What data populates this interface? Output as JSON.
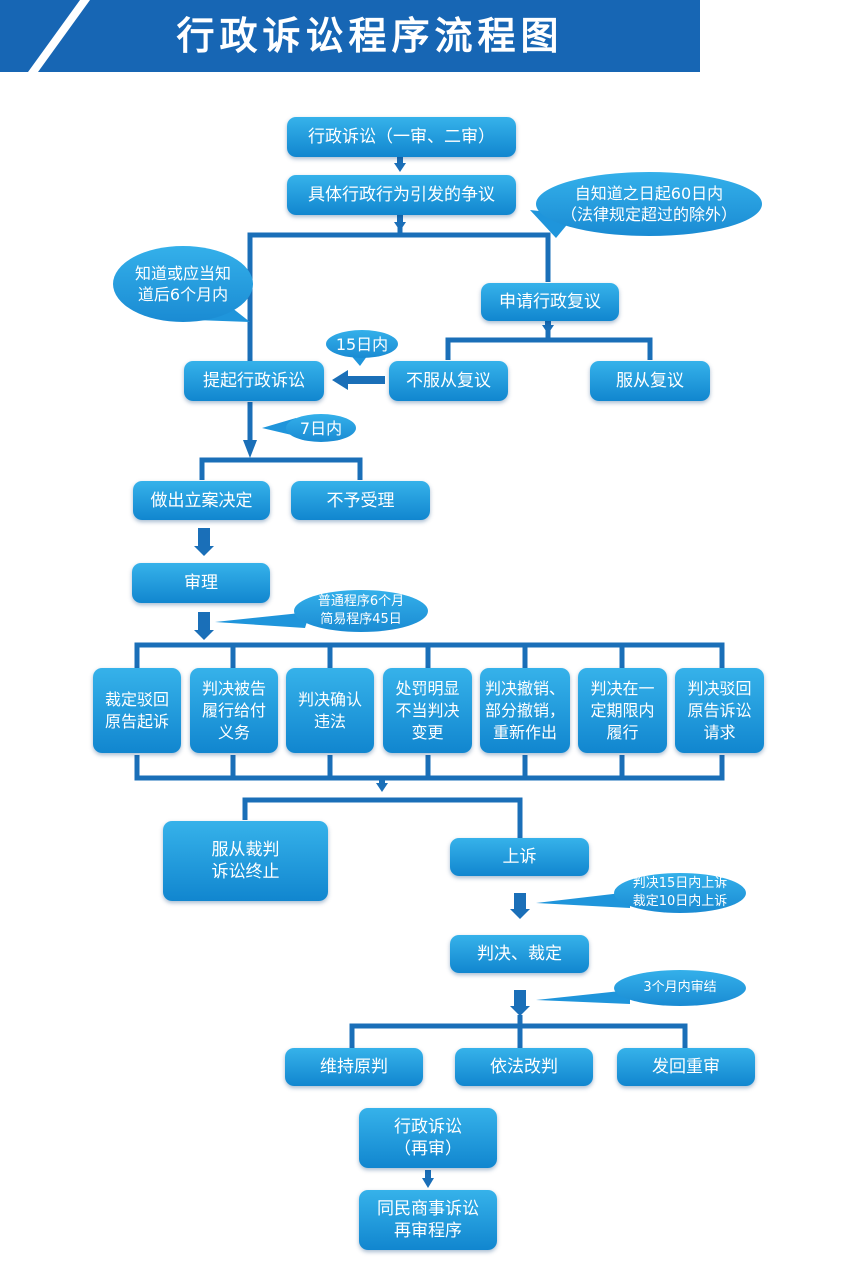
{
  "title": "行政诉讼程序流程图",
  "nodes": {
    "litigation": "行政诉讼（一审、二审）",
    "dispute": "具体行政行为引发的争议",
    "apply_review": "申请行政复议",
    "file_suit": "提起行政诉讼",
    "not_accept_review": "不服从复议",
    "accept_review": "服从复议",
    "case_decision": "做出立案决定",
    "not_accepted": "不予受理",
    "trial": "审理",
    "outcome_1": "裁定驳回\n原告起诉",
    "outcome_2": "判决被告\n履行给付\n义务",
    "outcome_3": "判决确认\n违法",
    "outcome_4": "处罚明显\n不当判决\n变更",
    "outcome_5": "判决撤销、\n部分撤销，\n重新作出",
    "outcome_6": "判决在一\n定期限内\n履行",
    "outcome_7": "判决驳回\n原告诉讼\n请求",
    "accept_ruling": "服从裁判\n诉讼终止",
    "appeal": "上诉",
    "judgment_ruling": "判决、裁定",
    "uphold": "维持原判",
    "amend": "依法改判",
    "remand": "发回重审",
    "retrial": "行政诉讼\n（再审）",
    "civil_retrial": "同民商事诉讼\n再审程序"
  },
  "bubbles": {
    "sixty_days": "自知道之日起60日内\n（法律规定超过的除外）",
    "six_months": "知道或应当知\n道后6个月内",
    "fifteen_days": "15日内",
    "seven_days": "7日内",
    "trial_period": "普通程序6个月\n简易程序45日",
    "appeal_period": "判决15日内上诉\n裁定10日内上诉",
    "appeal_trial": "3个月内审结"
  },
  "colors": {
    "banner": "#1766b4",
    "box": "#1b8fd6",
    "line": "#1a6fb8"
  }
}
